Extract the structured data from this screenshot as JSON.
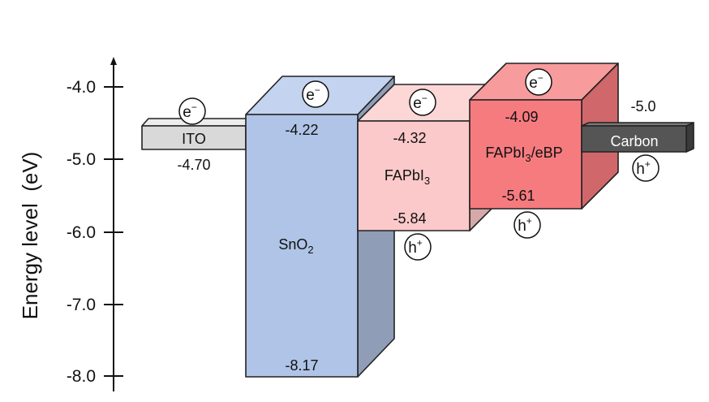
{
  "axis": {
    "label": "Energy level  (eV)",
    "ticks": [
      "-4.0",
      "-5.0",
      "-6.0",
      "-7.0",
      "-8.0"
    ]
  },
  "layers": {
    "ito": {
      "name": "ITO",
      "level": "-4.70",
      "carrier": "e",
      "carrier_sup": "−",
      "colors": {
        "front": "#d9d9d9",
        "top": "#ececec"
      }
    },
    "sno2": {
      "name": "SnO",
      "name_sub": "2",
      "cb": "-4.22",
      "vb": "-8.17",
      "carrier": "e",
      "carrier_sup": "−",
      "colors": {
        "front": "#afc4e7",
        "top": "#c4d3ef",
        "side": "#8f9db6"
      }
    },
    "fapbi3": {
      "name": "FAPbI",
      "name_sub": "3",
      "cb": "-4.32",
      "vb": "-5.84",
      "carrier_top": "e",
      "carrier_top_sup": "−",
      "carrier_bottom": "h",
      "carrier_bottom_sup": "+",
      "colors": {
        "front": "#fbc9c9",
        "top": "#fdd6d6",
        "side": "#d7a8a9"
      }
    },
    "ebp": {
      "name": "FAPbI",
      "name_sub": "3",
      "name_suffix": "/eBP",
      "cb": "-4.09",
      "vb": "-5.61",
      "carrier_top": "e",
      "carrier_top_sup": "−",
      "carrier_bottom": "h",
      "carrier_bottom_sup": "+",
      "colors": {
        "front": "#f57b7f",
        "top": "#f89b9d",
        "side": "#cf676b"
      }
    },
    "carbon": {
      "name": "Carbon",
      "level": "-5.0",
      "carrier": "h",
      "carrier_sup": "+",
      "colors": {
        "front": "#555555",
        "top": "#7a7a7a",
        "side": "#3a3a3a"
      }
    }
  }
}
